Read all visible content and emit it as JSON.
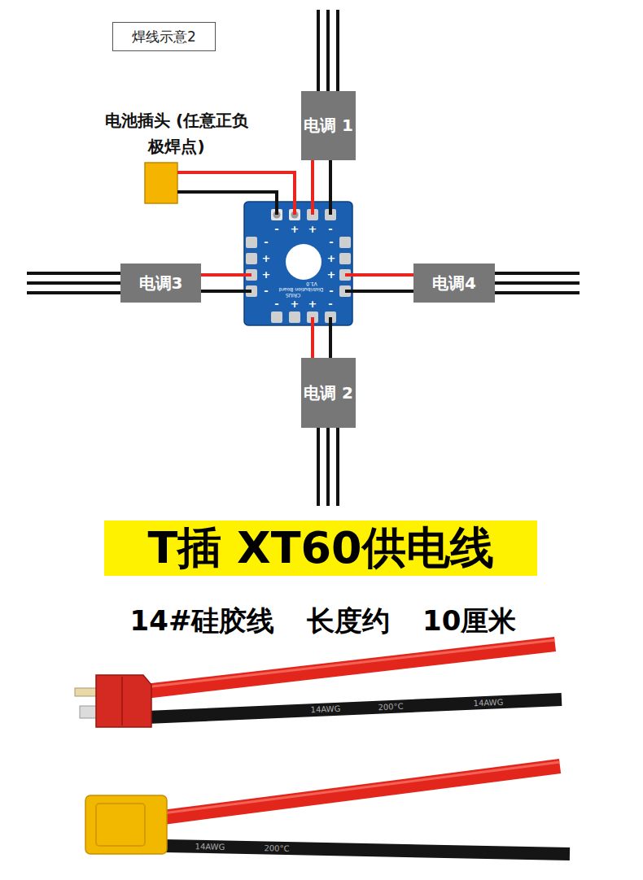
{
  "diagram": {
    "nodes": [
      {
        "text": [
          "焊线示意2"
        ]
      },
      {
        "text": [
          "电调 1"
        ]
      },
      {
        "text": [
          "电调3"
        ]
      },
      {
        "text": [
          "电调4"
        ]
      },
      {
        "text": [
          "电调 2"
        ]
      },
      {
        "text": [
          "T插 XT60供电线"
        ]
      }
    ],
    "labels": [
      "电池插头 (任意正负极焊点)",
      "-",
      "+",
      "+",
      "-",
      "-",
      "-",
      "+",
      "+",
      "+",
      "+",
      "-",
      "-",
      "-",
      "+",
      "+",
      "-",
      "V1.0",
      "Distribution Board",
      "CRIUS",
      "14#硅胶线 长度约 10厘米",
      "14AWG",
      "200°C",
      "14AWG",
      "14AWG",
      "200°C"
    ]
  }
}
